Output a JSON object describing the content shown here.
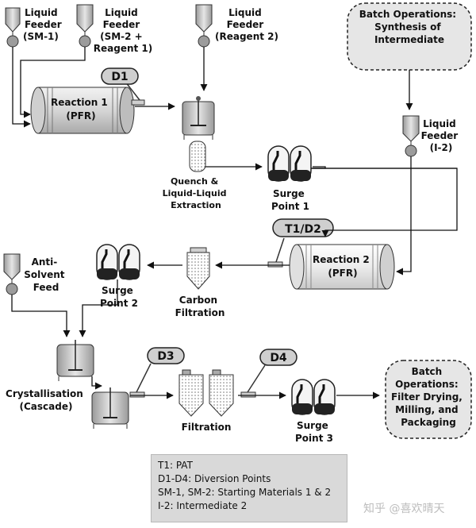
{
  "feeders": {
    "sm1": [
      "Liquid",
      "Feeder",
      "(SM-1)"
    ],
    "sm2": [
      "Liquid",
      "Feeder",
      "(SM-2 +",
      "Reagent 1)"
    ],
    "reagent2": [
      "Liquid",
      "Feeder",
      "(Reagent 2)"
    ],
    "i2": [
      "Liquid",
      "Feeder",
      "(I-2)"
    ],
    "antisolvent": [
      "Anti-",
      "Solvent",
      "Feed"
    ]
  },
  "batch_top": [
    "Batch Operations:",
    "Synthesis of",
    "Intermediate"
  ],
  "batch_bottom": [
    "Batch",
    "Operations:",
    "Filter Drying,",
    "Milling, and",
    "Packaging"
  ],
  "reaction1": [
    "Reaction 1",
    "(PFR)"
  ],
  "reaction2": [
    "Reaction 2",
    "(PFR)"
  ],
  "quench": [
    "Quench &",
    "Liquid-Liquid",
    "Extraction"
  ],
  "surge1": [
    "Surge",
    "Point 1"
  ],
  "surge2": [
    "Surge",
    "Point 2"
  ],
  "surge3": [
    "Surge",
    "Point 3"
  ],
  "carbon": [
    "Carbon",
    "Filtration"
  ],
  "crystallisation": [
    "Crystallisation",
    "(Cascade)"
  ],
  "filtration": "Filtration",
  "tags": {
    "d1": "D1",
    "t1d2": "T1/D2",
    "d3": "D3",
    "d4": "D4"
  },
  "legend": [
    "T1: PAT",
    "D1-D4: Diversion Points",
    "SM-1, SM-2: Starting Materials 1 & 2",
    "I-2: Intermediate 2"
  ],
  "watermark": "知乎 @喜欢晴天"
}
